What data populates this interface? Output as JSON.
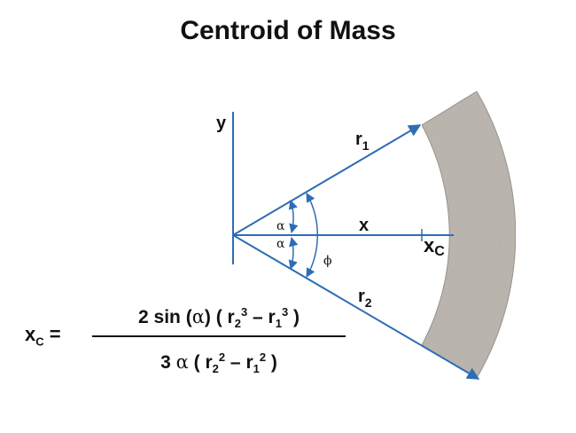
{
  "title": "Centroid of Mass",
  "diagram": {
    "y_axis_label": "y",
    "x_axis_label": "x",
    "r1_base": "r",
    "r1_sub": "1",
    "r2_base": "r",
    "r2_sub": "2",
    "alpha_top": "α",
    "alpha_bottom": "α",
    "phi": "ϕ",
    "xc_base": "x",
    "xc_sub": "C",
    "line_color": "#2e6db4",
    "sector_fill": "#b9b2aa"
  },
  "formula": {
    "lhs_base": "x",
    "lhs_sub": "C",
    "lhs_eq": "=",
    "num_a": "2 sin (",
    "num_alpha": "α",
    "num_b": ") ( r",
    "num_r2_sub": "2",
    "num_r2_sup": "3",
    "num_minus": " – r",
    "num_r1_sub": "1",
    "num_r1_sup": "3",
    "num_c": " )",
    "den_a": "3 ",
    "den_alpha": "α",
    "den_b": " ( r",
    "den_r2_sub": "2",
    "den_r2_sup": "2",
    "den_minus": " – r",
    "den_r1_sub": "1",
    "den_r1_sup": "2",
    "den_c": " )"
  }
}
